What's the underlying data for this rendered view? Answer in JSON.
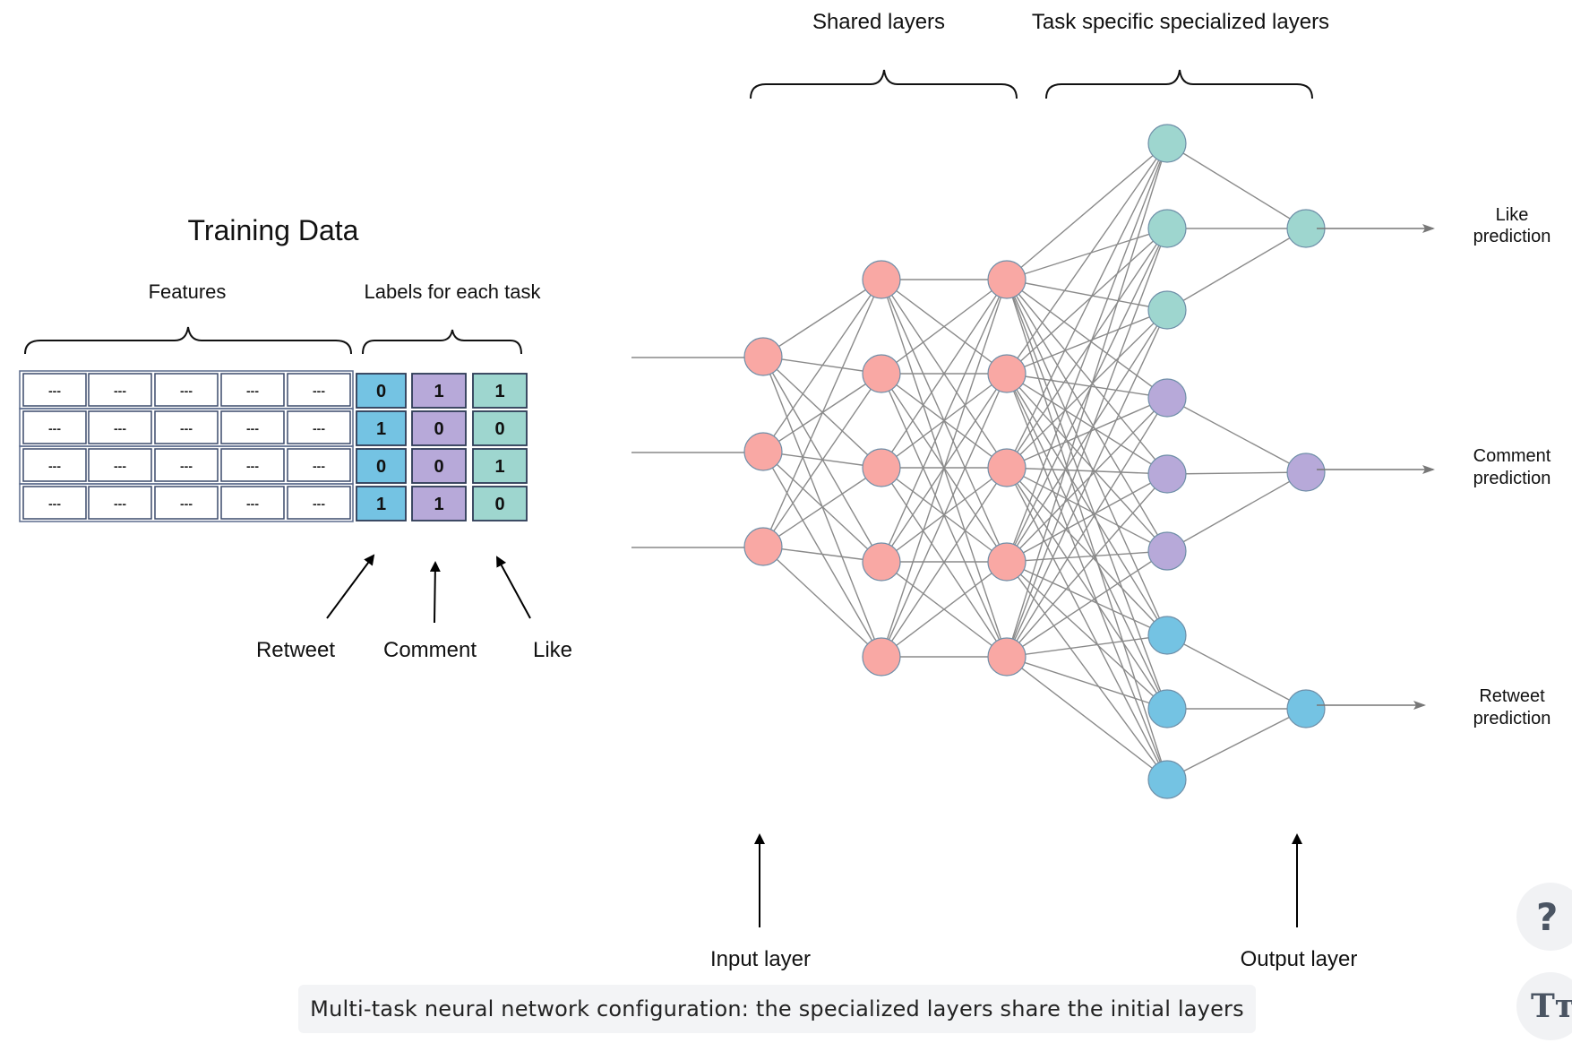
{
  "training": {
    "title": "Training Data",
    "features_label": "Features",
    "labels_label": "Labels for each task",
    "feature_rows": [
      [
        "---",
        "---",
        "---",
        "---",
        "---"
      ],
      [
        "---",
        "---",
        "---",
        "---",
        "---"
      ],
      [
        "---",
        "---",
        "---",
        "---",
        "---"
      ],
      [
        "---",
        "---",
        "---",
        "---",
        "---"
      ]
    ],
    "label_rows": [
      [
        "0",
        "1",
        "1"
      ],
      [
        "1",
        "0",
        "0"
      ],
      [
        "0",
        "0",
        "1"
      ],
      [
        "1",
        "1",
        "0"
      ]
    ],
    "task_arrows": [
      "Retweet",
      "Comment",
      "Like"
    ]
  },
  "network": {
    "shared_label": "Shared layers",
    "task_label": "Task specific specialized layers",
    "input_label": "Input layer",
    "output_label": "Output layer",
    "predictions": [
      {
        "line1": "Like",
        "line2": "prediction"
      },
      {
        "line1": "Comment",
        "line2": "prediction"
      },
      {
        "line1": "Retweet",
        "line2": "prediction"
      }
    ]
  },
  "colors": {
    "shared": "#f9a8a4",
    "like": "#9ed6cf",
    "comment": "#b7a9d9",
    "retweet": "#74c3e3"
  },
  "caption": "Multi-task neural network configuration: the specialized layers share the initial layers",
  "help_icon": "?",
  "text_size_icon": "Tт"
}
